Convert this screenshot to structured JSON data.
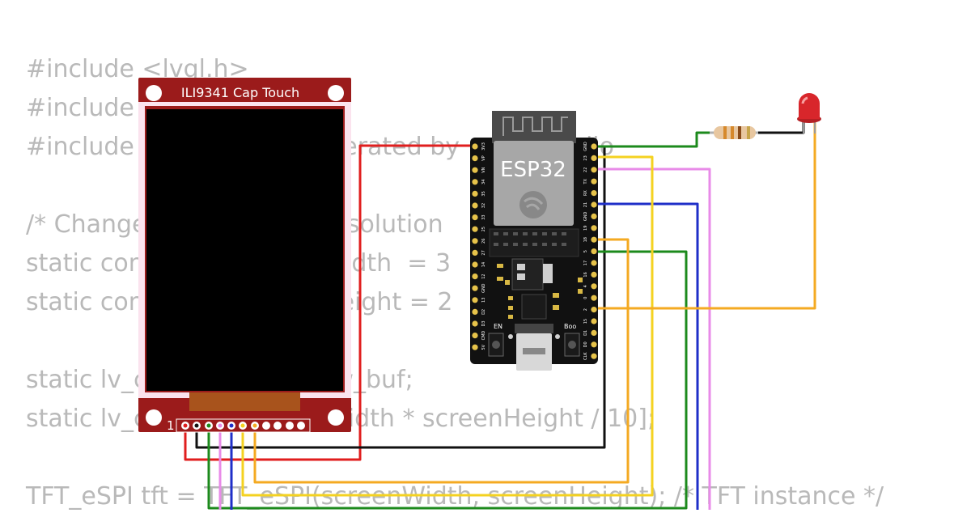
{
  "code_lines": [
    "#include <lvgl.h>",
    "#include",
    "#include                         nerated by          Studio",
    "",
    "/* Change                        esolution",
    "static con                     nWidth  = 3",
    "static con                     nHeight = 2",
    "",
    "static lv_c                     raw_buf;",
    "static lv_c                     nWidth * screenHeight / 10];",
    "",
    "TFT_eSPI tft = TFT_eSPI(screenWidth, screenHeight); /* TFT instance */"
  ],
  "display": {
    "title": "ILI9341 Cap Touch",
    "pin_one_label": "1"
  },
  "esp32": {
    "module_label": "ESP32",
    "en_label": "EN",
    "boot_label": "Boo",
    "left_pins": [
      "3V3",
      "VP",
      "VN",
      "34",
      "35",
      "32",
      "33",
      "25",
      "26",
      "27",
      "14",
      "12",
      "GND",
      "13",
      "D2",
      "D3",
      "CMD",
      "5V"
    ],
    "right_pins": [
      "GND",
      "23",
      "22",
      "TX",
      "RX",
      "21",
      "GND",
      "19",
      "18",
      "5",
      "17",
      "16",
      "4",
      "0",
      "2",
      "15",
      "D1",
      "D0",
      "CLK"
    ]
  },
  "colors": {
    "display_red": "#9b1b1b",
    "esp32_body": "#111111",
    "wire_red": "#e01e1e",
    "wire_black": "#111111",
    "wire_green": "#1c8a1c",
    "wire_pink": "#e88be8",
    "wire_blue": "#1f2fc8",
    "wire_yellow": "#f4d220",
    "wire_orange": "#f4aa22",
    "led_red": "#d8262b"
  }
}
